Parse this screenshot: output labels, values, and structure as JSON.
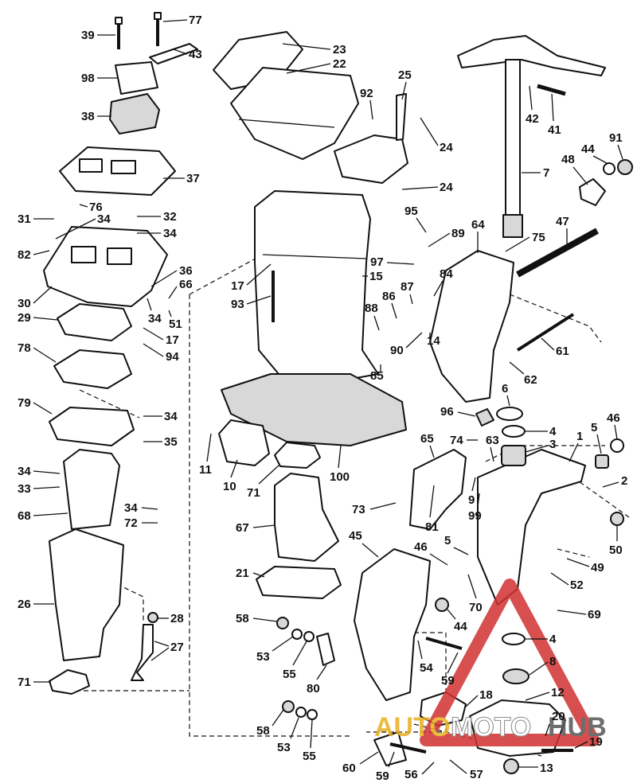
{
  "diagram": {
    "callouts": [
      {
        "id": "39",
        "text": "39"
      },
      {
        "id": "77",
        "text": "77"
      },
      {
        "id": "43",
        "text": "43"
      },
      {
        "id": "98",
        "text": "98"
      },
      {
        "id": "38",
        "text": "38"
      },
      {
        "id": "37",
        "text": "37"
      },
      {
        "id": "23",
        "text": "23"
      },
      {
        "id": "22",
        "text": "22"
      },
      {
        "id": "25",
        "text": "25"
      },
      {
        "id": "92",
        "text": "92"
      },
      {
        "id": "24a",
        "text": "24"
      },
      {
        "id": "24b",
        "text": "24"
      },
      {
        "id": "42",
        "text": "42"
      },
      {
        "id": "41",
        "text": "41"
      },
      {
        "id": "7",
        "text": "7"
      },
      {
        "id": "91",
        "text": "91"
      },
      {
        "id": "44a",
        "text": "44"
      },
      {
        "id": "48",
        "text": "48"
      },
      {
        "id": "31",
        "text": "31"
      },
      {
        "id": "76",
        "text": "76"
      },
      {
        "id": "34a",
        "text": "34"
      },
      {
        "id": "32",
        "text": "32"
      },
      {
        "id": "34b",
        "text": "34"
      },
      {
        "id": "82",
        "text": "82"
      },
      {
        "id": "95",
        "text": "95"
      },
      {
        "id": "89",
        "text": "89"
      },
      {
        "id": "64",
        "text": "64"
      },
      {
        "id": "75",
        "text": "75"
      },
      {
        "id": "47",
        "text": "47"
      },
      {
        "id": "36",
        "text": "36"
      },
      {
        "id": "66",
        "text": "66"
      },
      {
        "id": "30",
        "text": "30"
      },
      {
        "id": "17a",
        "text": "17"
      },
      {
        "id": "15",
        "text": "15"
      },
      {
        "id": "97",
        "text": "97"
      },
      {
        "id": "84",
        "text": "84"
      },
      {
        "id": "87",
        "text": "87"
      },
      {
        "id": "93",
        "text": "93"
      },
      {
        "id": "86",
        "text": "86"
      },
      {
        "id": "88",
        "text": "88"
      },
      {
        "id": "29",
        "text": "29"
      },
      {
        "id": "34c",
        "text": "34"
      },
      {
        "id": "51",
        "text": "51"
      },
      {
        "id": "17b",
        "text": "17"
      },
      {
        "id": "90",
        "text": "90"
      },
      {
        "id": "14",
        "text": "14"
      },
      {
        "id": "61",
        "text": "61"
      },
      {
        "id": "78",
        "text": "78"
      },
      {
        "id": "94",
        "text": "94"
      },
      {
        "id": "85",
        "text": "85"
      },
      {
        "id": "62",
        "text": "62"
      },
      {
        "id": "6",
        "text": "6"
      },
      {
        "id": "79",
        "text": "79"
      },
      {
        "id": "34d",
        "text": "34"
      },
      {
        "id": "96",
        "text": "96"
      },
      {
        "id": "35",
        "text": "35"
      },
      {
        "id": "4a",
        "text": "4"
      },
      {
        "id": "5a",
        "text": "5"
      },
      {
        "id": "46a",
        "text": "46"
      },
      {
        "id": "11",
        "text": "11"
      },
      {
        "id": "74",
        "text": "74"
      },
      {
        "id": "63",
        "text": "63"
      },
      {
        "id": "3",
        "text": "3"
      },
      {
        "id": "1",
        "text": "1"
      },
      {
        "id": "65",
        "text": "65"
      },
      {
        "id": "10",
        "text": "10"
      },
      {
        "id": "100",
        "text": "100"
      },
      {
        "id": "34e",
        "text": "34"
      },
      {
        "id": "71a",
        "text": "71"
      },
      {
        "id": "33",
        "text": "33"
      },
      {
        "id": "2",
        "text": "2"
      },
      {
        "id": "9",
        "text": "9"
      },
      {
        "id": "73",
        "text": "73"
      },
      {
        "id": "99",
        "text": "99"
      },
      {
        "id": "68",
        "text": "68"
      },
      {
        "id": "34f",
        "text": "34"
      },
      {
        "id": "72",
        "text": "72"
      },
      {
        "id": "81",
        "text": "81"
      },
      {
        "id": "67",
        "text": "67"
      },
      {
        "id": "50",
        "text": "50"
      },
      {
        "id": "45",
        "text": "45"
      },
      {
        "id": "46b",
        "text": "46"
      },
      {
        "id": "5b",
        "text": "5"
      },
      {
        "id": "49",
        "text": "49"
      },
      {
        "id": "21",
        "text": "21"
      },
      {
        "id": "52",
        "text": "52"
      },
      {
        "id": "26",
        "text": "26"
      },
      {
        "id": "28",
        "text": "28"
      },
      {
        "id": "70",
        "text": "70"
      },
      {
        "id": "69",
        "text": "69"
      },
      {
        "id": "58a",
        "text": "58"
      },
      {
        "id": "44b",
        "text": "44"
      },
      {
        "id": "4b",
        "text": "4"
      },
      {
        "id": "27",
        "text": "27"
      },
      {
        "id": "53a",
        "text": "53"
      },
      {
        "id": "55a",
        "text": "55"
      },
      {
        "id": "54",
        "text": "54"
      },
      {
        "id": "8",
        "text": "8"
      },
      {
        "id": "59a",
        "text": "59"
      },
      {
        "id": "80",
        "text": "80"
      },
      {
        "id": "71b",
        "text": "71"
      },
      {
        "id": "12",
        "text": "12"
      },
      {
        "id": "18",
        "text": "18"
      },
      {
        "id": "20",
        "text": "20"
      },
      {
        "id": "58b",
        "text": "58"
      },
      {
        "id": "19",
        "text": "19"
      },
      {
        "id": "53b",
        "text": "53"
      },
      {
        "id": "55b",
        "text": "55"
      },
      {
        "id": "60",
        "text": "60"
      },
      {
        "id": "59b",
        "text": "59"
      },
      {
        "id": "56",
        "text": "56"
      },
      {
        "id": "57",
        "text": "57"
      },
      {
        "id": "13",
        "text": "13"
      }
    ]
  },
  "watermark": {
    "brand_auto": "AUTO",
    "brand_moto": "MOTO",
    "brand_hub": "HUB",
    "auto_color": "#e8b020",
    "moto_color": "#ffffff",
    "hub_color": "#555555",
    "triangle_color": "#d03030"
  },
  "colors": {
    "line": "#111111",
    "background": "#ffffff"
  }
}
